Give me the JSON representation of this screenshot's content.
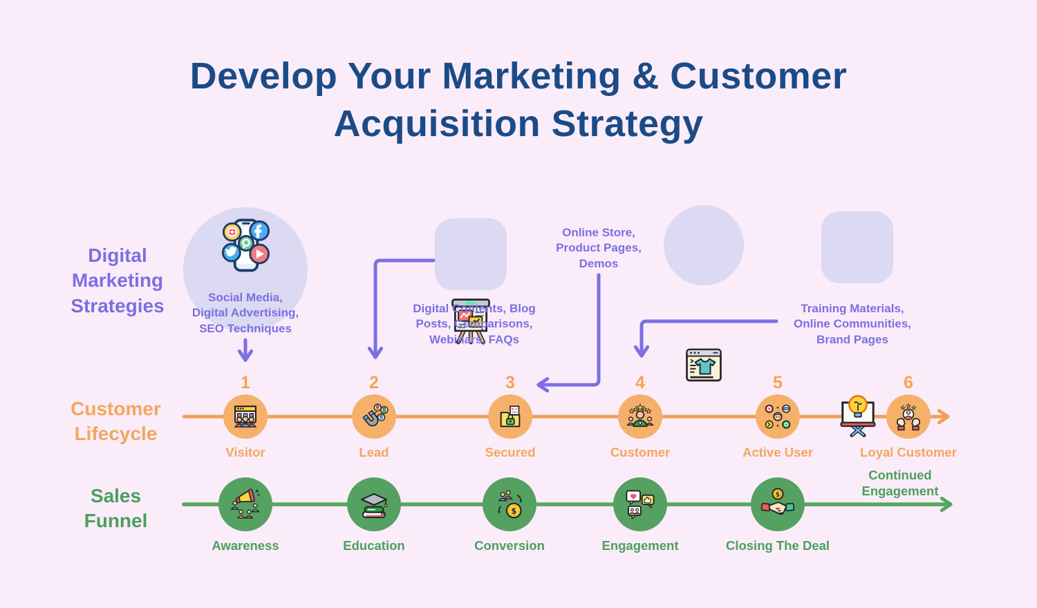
{
  "title": "Develop Your Marketing & Customer\nAcquisition Strategy",
  "colors": {
    "background": "#fbecfa",
    "title_navy": "#1b4b87",
    "purple_accent": "#7b6fe2",
    "lavender_shape": "#dcd9f2",
    "orange_accent": "#f2a75d",
    "orange_circle": "#f5b06a",
    "green_accent": "#4aa05c",
    "green_circle": "#55a161"
  },
  "strategies": {
    "label": "Digital\nMarketing\nStrategies",
    "items": [
      {
        "icon": "social-media-phone",
        "text": "Social Media,\nDigital Advertising,\nSEO Techniques"
      },
      {
        "icon": "presentation-chart",
        "text": "Digital Contents, Blog\nPosts, Comparisons,\nWebinars, FAQs"
      },
      {
        "icon": "online-store-browser",
        "text": "Online Store,\nProduct Pages,\nDemos"
      },
      {
        "icon": "training-lightbulb-board",
        "text": "Training Materials,\nOnline Communities,\nBrand Pages"
      }
    ]
  },
  "lifecycle": {
    "label": "Customer\nLifecycle",
    "steps": [
      {
        "number": "1",
        "label": "Visitor",
        "icon": "visitor-browser-people"
      },
      {
        "number": "2",
        "label": "Lead",
        "icon": "lead-magnet"
      },
      {
        "number": "3",
        "label": "Secured",
        "icon": "secured-folder-lock"
      },
      {
        "number": "4",
        "label": "Customer",
        "icon": "customer-stars"
      },
      {
        "number": "5",
        "label": "Active User",
        "icon": "active-user-badges"
      },
      {
        "number": "6",
        "label": "Loyal Customer",
        "icon": "loyal-customer-hands"
      }
    ]
  },
  "funnel": {
    "label": "Sales\nFunnel",
    "steps": [
      {
        "label": "Awareness",
        "icon": "awareness-megaphone"
      },
      {
        "label": "Education",
        "icon": "education-books-cap"
      },
      {
        "label": "Conversion",
        "icon": "conversion-people-coin"
      },
      {
        "label": "Engagement",
        "icon": "engagement-bubbles"
      },
      {
        "label": "Closing The Deal",
        "icon": "closing-deal-handshake"
      }
    ],
    "end_label": "Continued\nEngagement"
  }
}
